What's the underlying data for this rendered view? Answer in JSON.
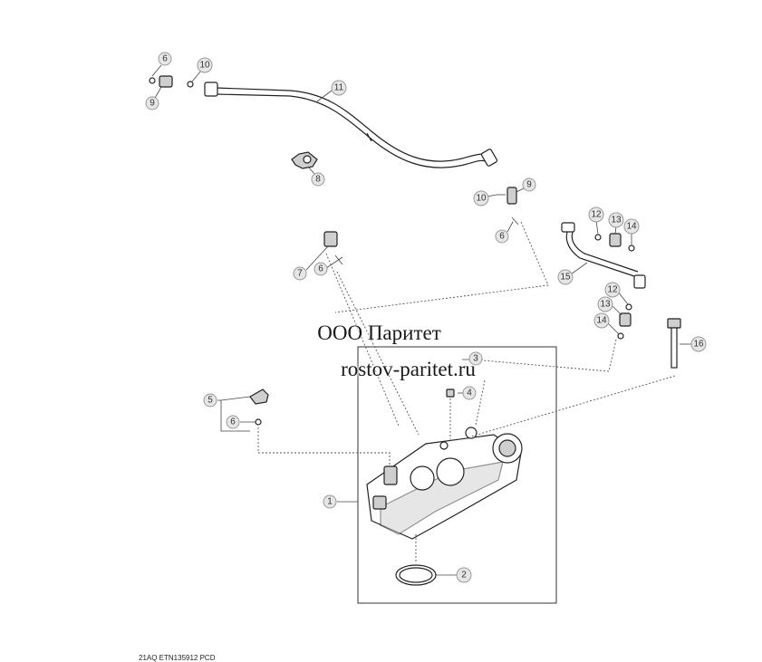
{
  "watermark": {
    "line1": "ООО Паритет",
    "line2": "rostov-paritet.ru"
  },
  "reference_code": "21AQ ETN135912 PCD",
  "callouts": [
    {
      "id": "c6a",
      "label": "6"
    },
    {
      "id": "c9a",
      "label": "9"
    },
    {
      "id": "c10a",
      "label": "10"
    },
    {
      "id": "c11",
      "label": "11"
    },
    {
      "id": "c8",
      "label": "8"
    },
    {
      "id": "c10b",
      "label": "10"
    },
    {
      "id": "c9b",
      "label": "9"
    },
    {
      "id": "c6b",
      "label": "6"
    },
    {
      "id": "c12a",
      "label": "12"
    },
    {
      "id": "c13a",
      "label": "13"
    },
    {
      "id": "c14a",
      "label": "14"
    },
    {
      "id": "c15",
      "label": "15"
    },
    {
      "id": "c12b",
      "label": "12"
    },
    {
      "id": "c13b",
      "label": "13"
    },
    {
      "id": "c14b",
      "label": "14"
    },
    {
      "id": "c7",
      "label": "7"
    },
    {
      "id": "c6c",
      "label": "6"
    },
    {
      "id": "c3",
      "label": "3"
    },
    {
      "id": "c16",
      "label": "16"
    },
    {
      "id": "c4",
      "label": "4"
    },
    {
      "id": "c5",
      "label": "5"
    },
    {
      "id": "c6d",
      "label": "6"
    },
    {
      "id": "c1",
      "label": "1"
    },
    {
      "id": "c2",
      "label": "2"
    }
  ]
}
